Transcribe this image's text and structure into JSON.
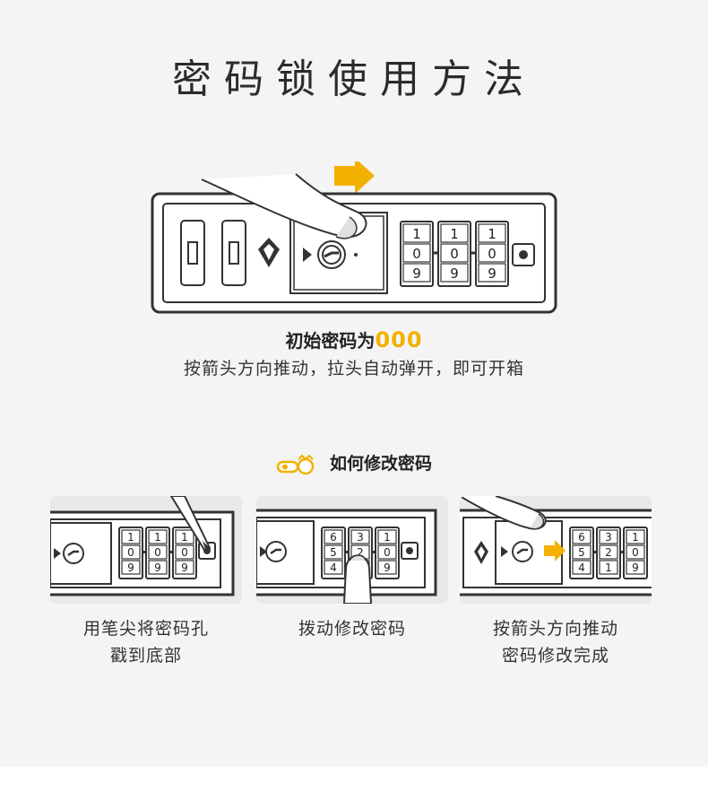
{
  "page": {
    "title": "密码锁使用方法"
  },
  "main_lock": {
    "dial_digits": [
      [
        "1",
        "0",
        "9"
      ],
      [
        "1",
        "0",
        "9"
      ],
      [
        "1",
        "0",
        "9"
      ]
    ],
    "arrow_icon": "right-arrow-icon",
    "accent_color": "#f2b100"
  },
  "caption": {
    "initial_prefix": "初始密码为",
    "initial_code": "000",
    "instruction": "按箭头方向推动，拉头自动弹开，即可开箱"
  },
  "howto": {
    "icon": "ring-crown-icon",
    "title": "如何修改密码"
  },
  "steps": [
    {
      "line1": "用笔尖将密码孔",
      "line2": "戳到底部",
      "digits": [
        [
          "1",
          "0",
          "9"
        ],
        [
          "1",
          "0",
          "9"
        ],
        [
          "1",
          "0",
          "9"
        ]
      ]
    },
    {
      "line1": "拨动修改密码",
      "line2": "",
      "digits": [
        [
          "6",
          "5",
          "4"
        ],
        [
          "3",
          "2",
          "1"
        ],
        [
          "1",
          "0",
          "9"
        ]
      ]
    },
    {
      "line1": "按箭头方向推动",
      "line2": "密码修改完成",
      "digits": [
        [
          "6",
          "5",
          "4"
        ],
        [
          "3",
          "2",
          "1"
        ],
        [
          "1",
          "0",
          "9"
        ]
      ]
    }
  ]
}
